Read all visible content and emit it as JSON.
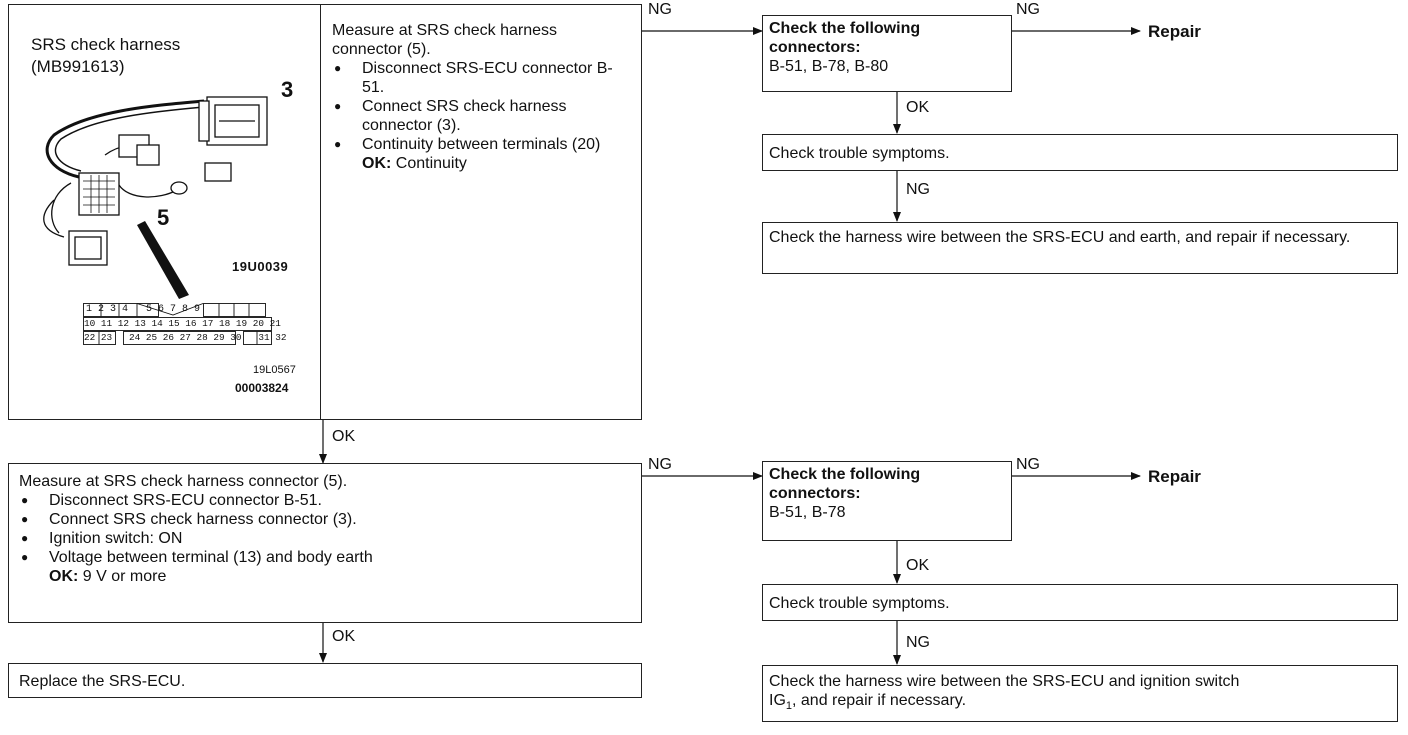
{
  "illustration": {
    "harness_label_line1": "SRS check harness",
    "harness_label_line2": "(MB991613)",
    "connector3_label": "3",
    "connector5_label": "5",
    "fig_code_1": "19U0039",
    "fig_code_2": "19L0567",
    "fig_code_3": "00003824",
    "pin_rows": [
      [
        "1",
        "2",
        "3",
        "4",
        "",
        "5",
        "6",
        "7",
        "8",
        "9"
      ],
      [
        "10",
        "11",
        "12",
        "13",
        "14",
        "15",
        "16",
        "17",
        "18",
        "19",
        "20",
        "21"
      ],
      [
        "22",
        "23",
        "",
        "24",
        "25",
        "26",
        "27",
        "28",
        "29",
        "30",
        "",
        "31",
        "32"
      ]
    ]
  },
  "step1": {
    "title_line1": "Measure at SRS check harness",
    "title_line2": "connector (5).",
    "items": [
      "Disconnect SRS-ECU connector B-51.",
      "Connect SRS check harness connector (3).",
      "Continuity between terminals (20)"
    ],
    "ok_label": "OK:",
    "ok_value": "Continuity"
  },
  "step1_ng": {
    "check_title": "Check the following connectors:",
    "connectors": "B-51, B-78, B-80",
    "repair": "Repair",
    "symptoms": "Check trouble symptoms.",
    "harness_check": "Check the harness wire between the SRS-ECU and earth, and repair if necessary."
  },
  "step2": {
    "title": "Measure at SRS check harness connector (5).",
    "items": [
      "Disconnect SRS-ECU connector B-51.",
      "Connect SRS check harness connector (3).",
      "Ignition switch: ON",
      "Voltage between terminal (13) and body earth"
    ],
    "ok_label": "OK:",
    "ok_value": "9 V or more"
  },
  "step2_ng": {
    "check_title": "Check the following connectors:",
    "connectors": "B-51, B-78",
    "repair": "Repair",
    "symptoms": "Check trouble symptoms.",
    "harness_check_1": "Check the harness wire between the SRS-ECU and ignition switch",
    "harness_check_ig": "IG",
    "harness_check_sub": "1",
    "harness_check_2": ", and repair if necessary."
  },
  "final": {
    "replace": "Replace the SRS-ECU."
  },
  "flow_labels": {
    "ng": "NG",
    "ok": "OK"
  }
}
